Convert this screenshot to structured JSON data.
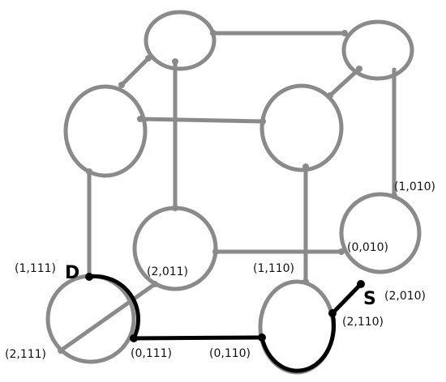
{
  "colors": {
    "edge": "#8a8a8a",
    "path": "#000000",
    "background": "#ffffff"
  },
  "markers": {
    "destination": "D",
    "source": "S"
  },
  "labels": {
    "n1_111": "(1,111)",
    "n2_011": "(2,011)",
    "n2_111": "(2,111)",
    "n0_111": "(0,111)",
    "n0_110": "(0,110)",
    "n1_110": "(1,110)",
    "n0_010": "(0,010)",
    "n1_010": "(1,010)",
    "n2_010": "(2,010)",
    "n2_110": "(2,110)"
  }
}
